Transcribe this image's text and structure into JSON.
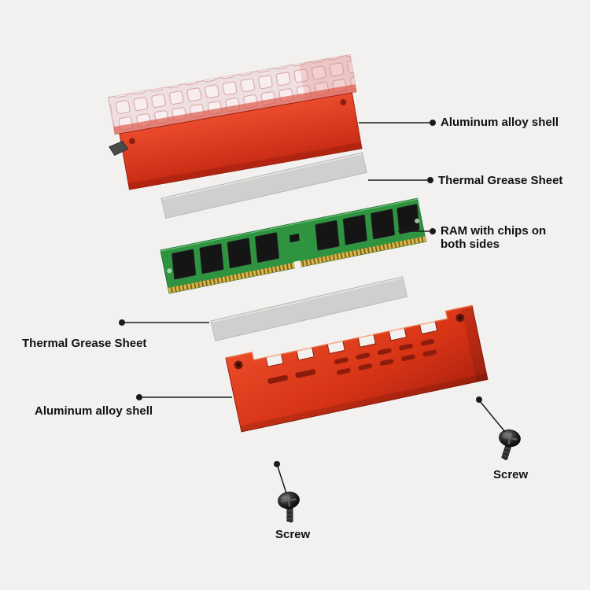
{
  "scene": {
    "background": "#f2f1ef"
  },
  "labels": {
    "shell_top": "Aluminum alloy shell",
    "thermal_top": "Thermal Grease Sheet",
    "ram_line1": "RAM with chips on",
    "ram_line2": "both sides",
    "thermal_bottom": "Thermal Grease Sheet",
    "shell_bottom": "Aluminum alloy shell",
    "screw_right": "Screw",
    "screw_bottom": "Screw"
  },
  "colors": {
    "background": "#f2f1ef",
    "shell_red": "#e14527",
    "shell_red_dark": "#b22410",
    "crystal_pink": "#eedfe0",
    "pcb_green": "#2f9440",
    "chip_black": "#151515",
    "pin_gold": "#d7b648",
    "sheet_gray": "#cfcfcd",
    "screw_dark": "#222222",
    "leader": "#1a1a1a"
  }
}
